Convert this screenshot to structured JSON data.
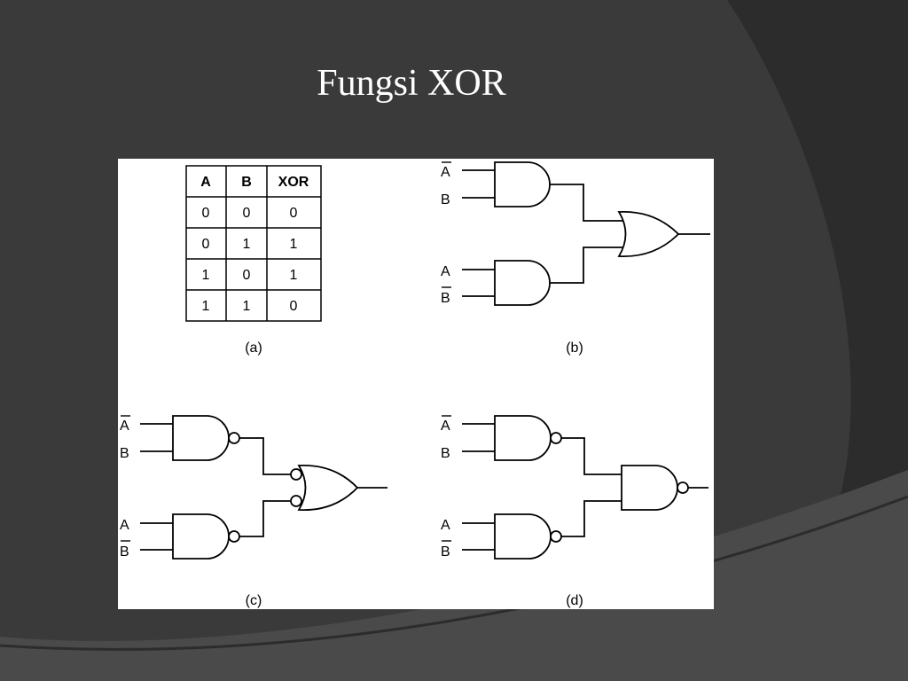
{
  "slide": {
    "title": "Fungsi XOR",
    "colors": {
      "background": "#3a3a3a",
      "swoosh_dark": "#2c2c2c",
      "swoosh_light": "#4a4a4a",
      "title_text": "#ffffff"
    }
  },
  "truth_table": {
    "headers": [
      "A",
      "B",
      "XOR"
    ],
    "rows": [
      [
        "0",
        "0",
        "0"
      ],
      [
        "0",
        "1",
        "1"
      ],
      [
        "1",
        "0",
        "1"
      ],
      [
        "1",
        "1",
        "0"
      ]
    ],
    "caption": "(a)"
  },
  "circuit_b": {
    "caption": "(b)",
    "inputs": [
      "A",
      "B",
      "A",
      "B"
    ],
    "gates": [
      "AND",
      "AND",
      "OR"
    ]
  },
  "circuit_c": {
    "caption": "(c)",
    "inputs": [
      "A",
      "B",
      "A",
      "B"
    ],
    "gates": [
      "NAND",
      "NAND",
      "OR with inverted inputs"
    ]
  },
  "circuit_d": {
    "caption": "(d)",
    "inputs": [
      "A",
      "B",
      "A",
      "B"
    ],
    "gates": [
      "NAND",
      "NAND",
      "NAND"
    ]
  }
}
